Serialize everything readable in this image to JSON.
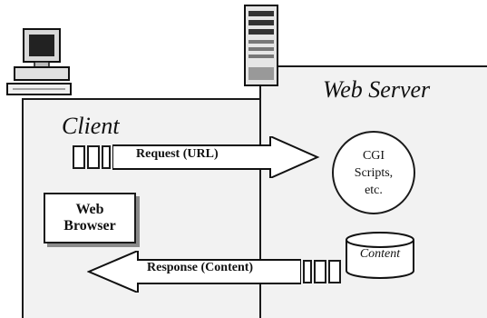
{
  "client": {
    "title": "Client"
  },
  "server": {
    "title": "Web Server"
  },
  "browser": {
    "line1": "Web",
    "line2": "Browser"
  },
  "cgi": {
    "line1": "CGI",
    "line2": "Scripts,",
    "line3": "etc."
  },
  "content_store": {
    "label": "Content"
  },
  "request": {
    "label": "Request (URL)"
  },
  "response": {
    "label": "Response (Content)"
  },
  "icons": [
    "computer-icon",
    "server-tower-icon"
  ]
}
